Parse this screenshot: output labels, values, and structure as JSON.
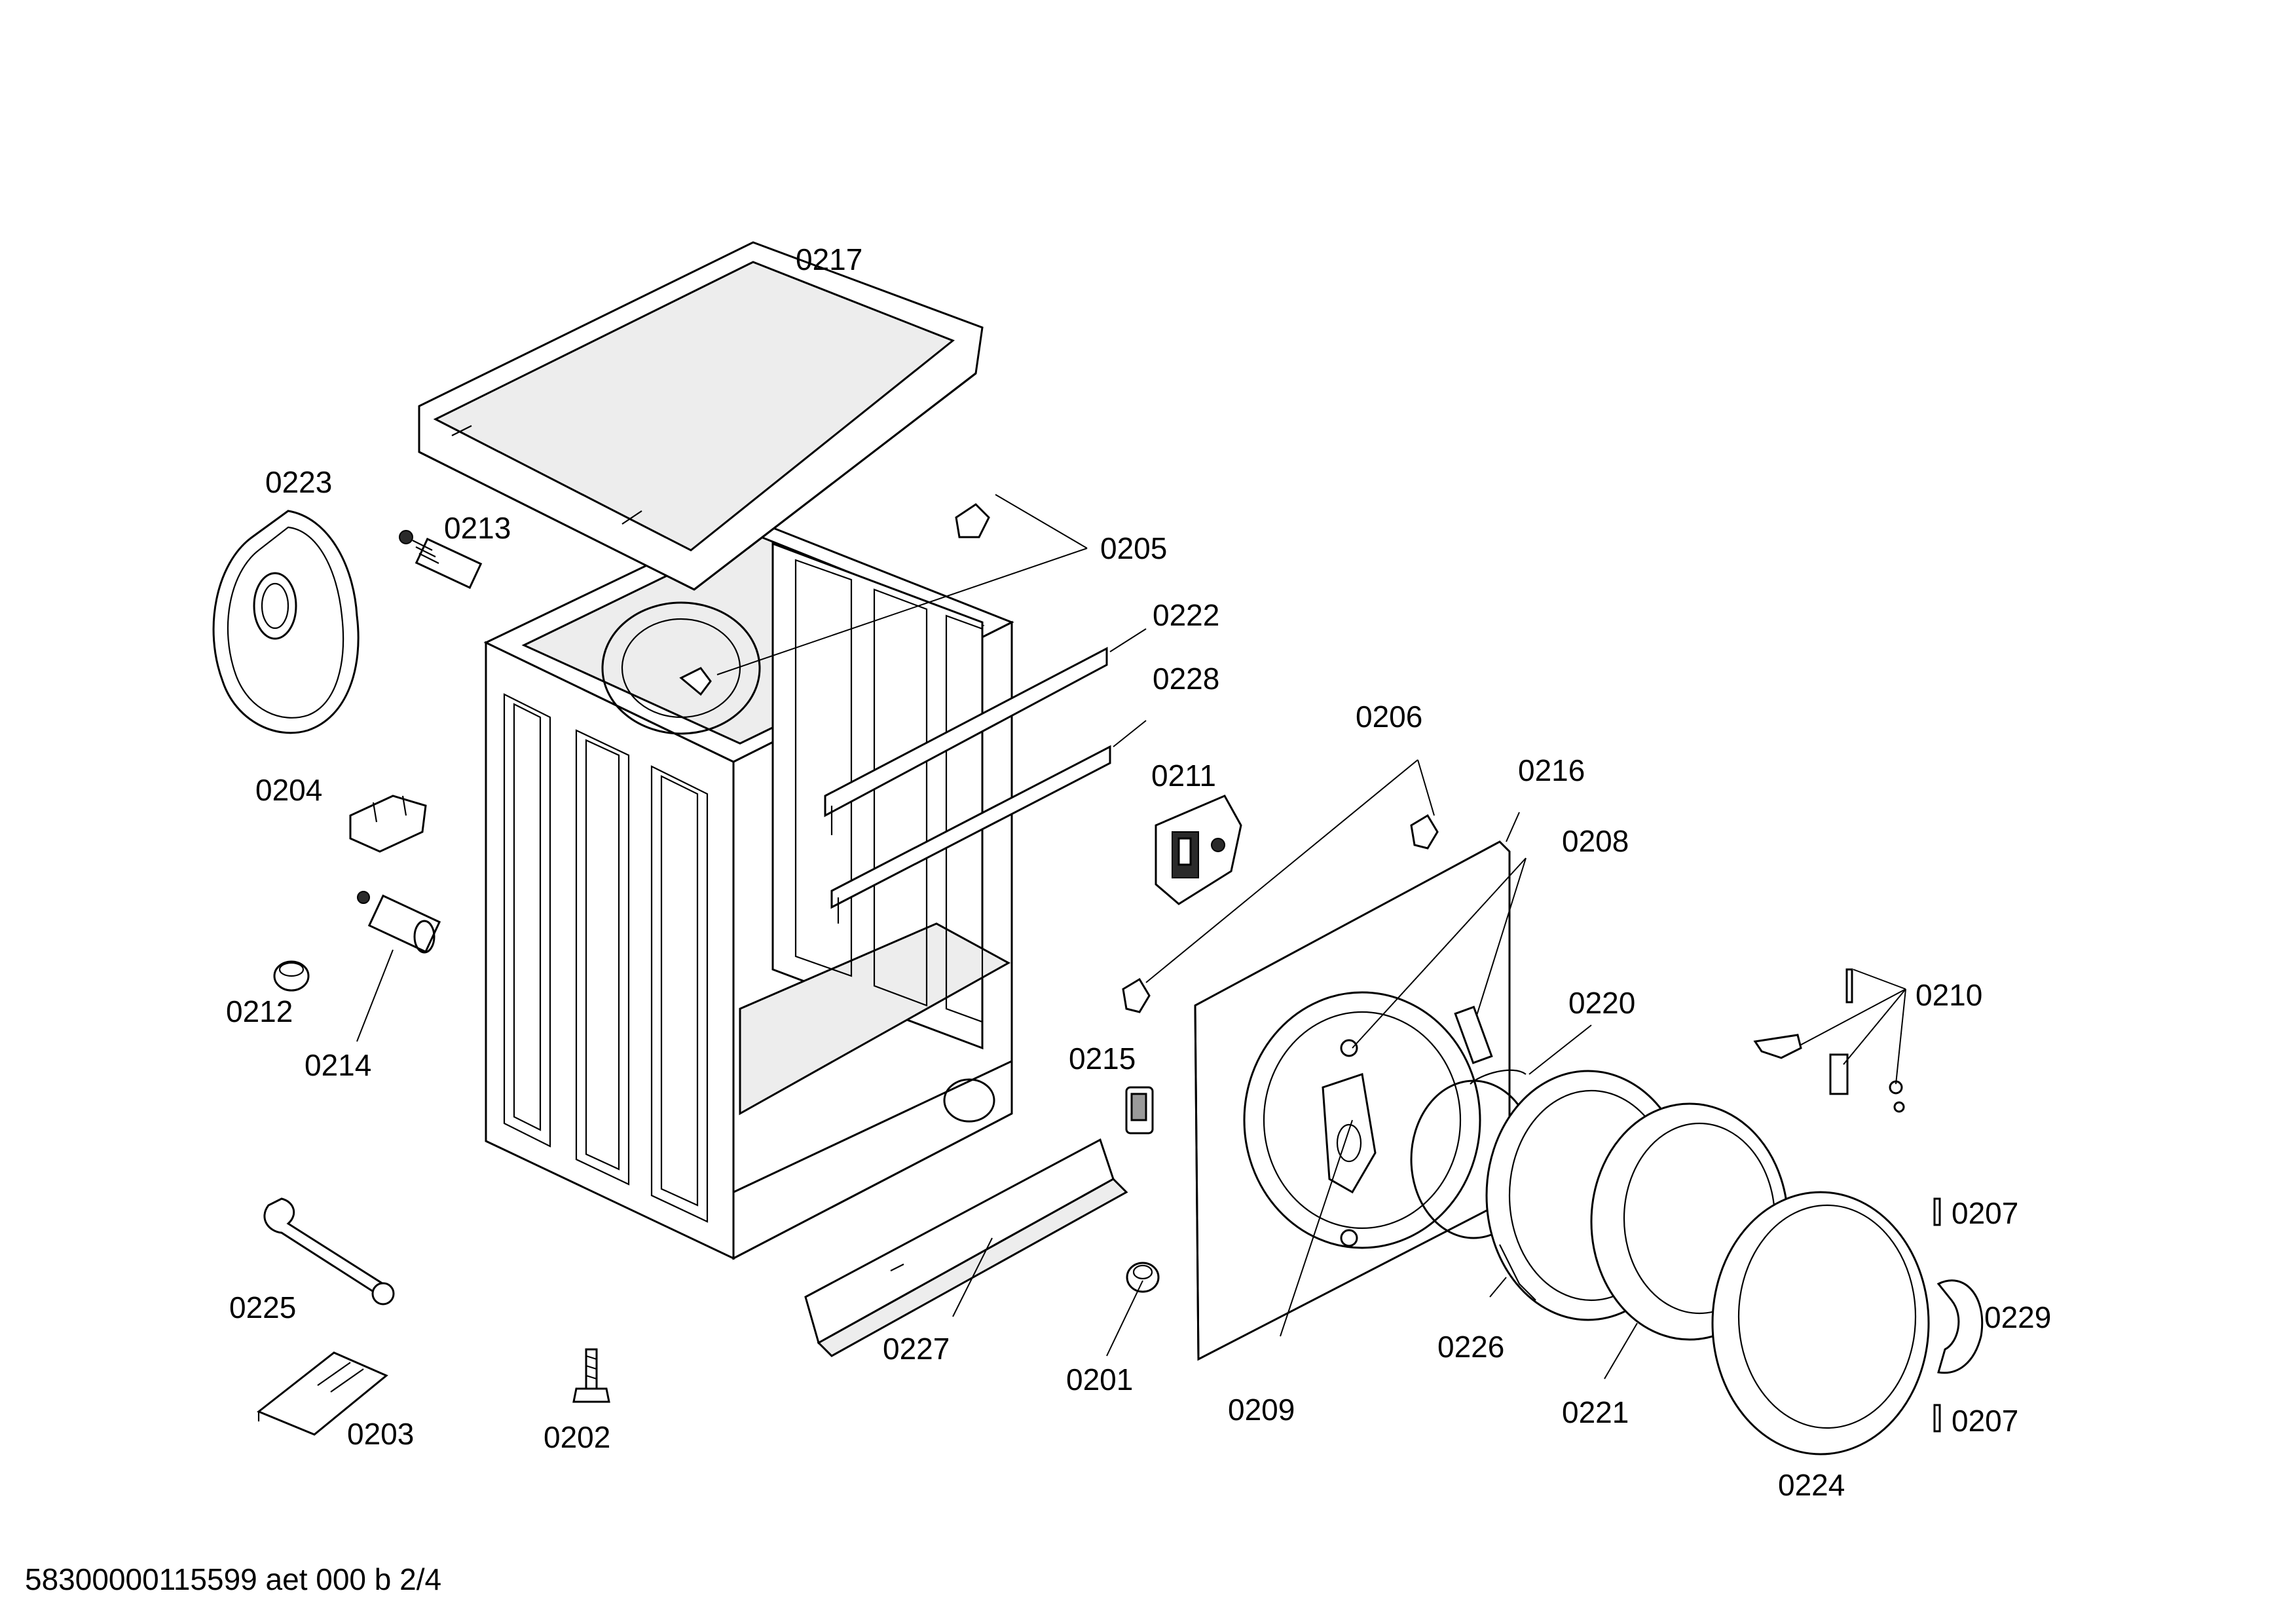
{
  "footer": {
    "reference": "58300000115599 aet 000 b 2/4"
  },
  "labels": {
    "p0201": "0201",
    "p0202": "0202",
    "p0203": "0203",
    "p0204": "0204",
    "p0205": "0205",
    "p0206": "0206",
    "p0207a": "0207",
    "p0207b": "0207",
    "p0208": "0208",
    "p0209": "0209",
    "p0210": "0210",
    "p0211": "0211",
    "p0212": "0212",
    "p0213": "0213",
    "p0214": "0214",
    "p0215": "0215",
    "p0216": "0216",
    "p0217": "0217",
    "p0220": "0220",
    "p0221": "0221",
    "p0222": "0222",
    "p0223": "0223",
    "p0224": "0224",
    "p0225": "0225",
    "p0226": "0226",
    "p0227": "0227",
    "p0228": "0228",
    "p0229": "0229"
  }
}
